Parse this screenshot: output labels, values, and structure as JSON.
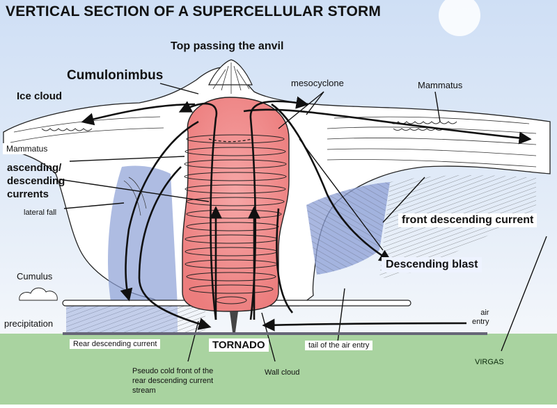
{
  "title": "VERTICAL SECTION OF A SUPERCELLULAR STORM",
  "labels": {
    "top": "Top passing the anvil",
    "cumulonimbus": "Cumulonimbus",
    "mesocyclone": "mesocyclone",
    "mammatus_right": "Mammatus",
    "ice_cloud": "Ice cloud",
    "mammatus_left": "Mammatus",
    "ascending_1": "ascending/",
    "ascending_2": "descending",
    "ascending_3": "currents",
    "lateral_fall": "lateral fall",
    "front_descending": "front descending current",
    "descending_blast": "Descending blast",
    "cumulus": "Cumulus",
    "precipitation": "precipitation",
    "air_entry_1": "air",
    "air_entry_2": "entry",
    "rear_descending": "Rear descending current",
    "tornado": "TORNADO",
    "tail_air_entry": "tail of the air entry",
    "virgas": "VIRGAS",
    "pseudo_1": "Pseudo cold front of the",
    "pseudo_2": "rear descending current",
    "pseudo_3": "stream",
    "wall_cloud": "Wall cloud"
  },
  "colors": {
    "sky": "#d6e4f7",
    "ground": "#a9d3a0",
    "updraft": "#f08c8c",
    "rain": "#8c9fd6",
    "line": "#111111"
  }
}
